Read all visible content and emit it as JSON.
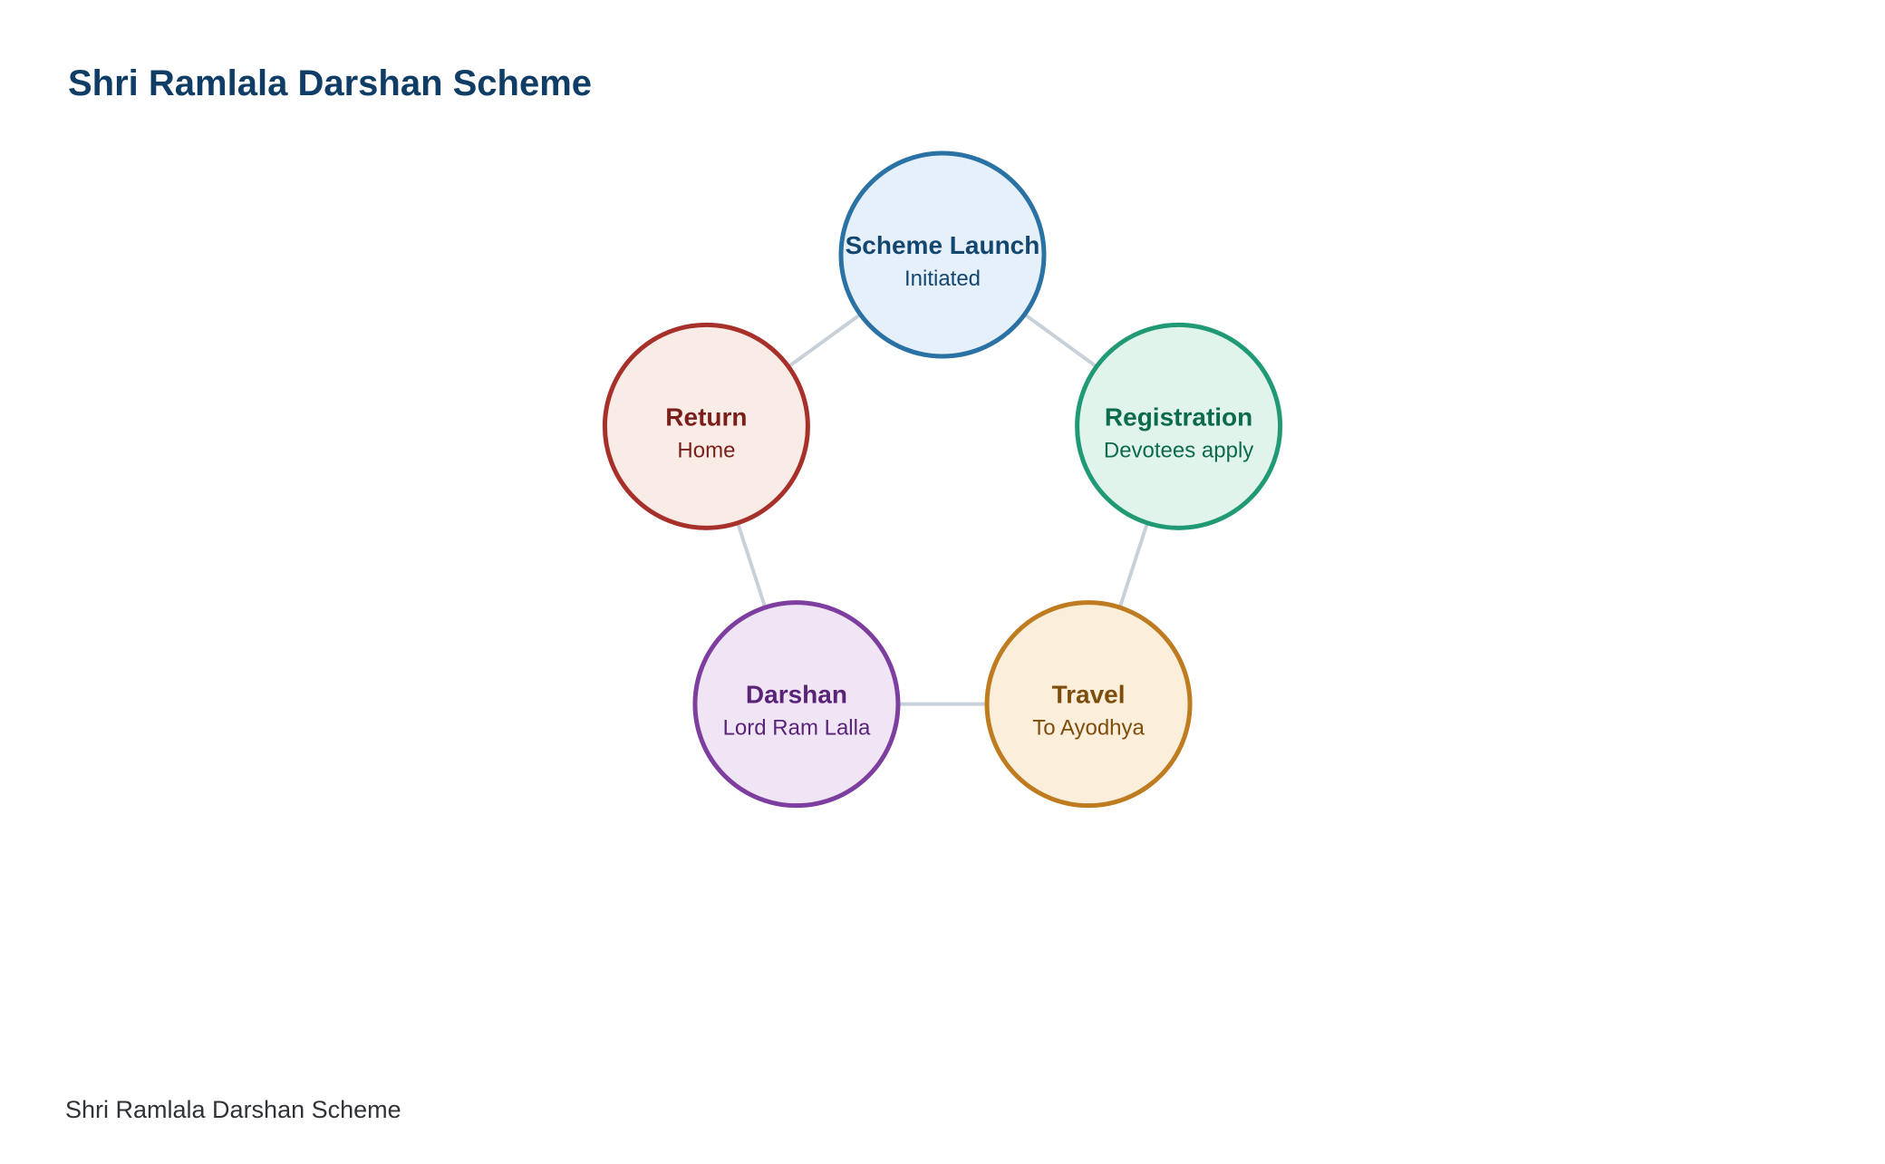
{
  "title": "Shri Ramlala Darshan Scheme",
  "footer": "Shri Ramlala Darshan Scheme",
  "nodes": [
    {
      "id": "launch",
      "title": "Scheme Launch",
      "subtitle": "Initiated",
      "stroke": "#2a71a4",
      "fill": "#e5f0fa",
      "text": "#14476f"
    },
    {
      "id": "registration",
      "title": "Registration",
      "subtitle": "Devotees apply",
      "stroke": "#209a75",
      "fill": "#e1f4ec",
      "text": "#0b6b4c"
    },
    {
      "id": "travel",
      "title": "Travel",
      "subtitle": "To Ayodhya",
      "stroke": "#bf7b1f",
      "fill": "#fbeedb",
      "text": "#7f4d0b"
    },
    {
      "id": "darshan",
      "title": "Darshan",
      "subtitle": "Lord Ram Lalla",
      "stroke": "#7e3ea0",
      "fill": "#efe5f5",
      "text": "#5a2377"
    },
    {
      "id": "return",
      "title": "Return",
      "subtitle": "Home",
      "stroke": "#a7302a",
      "fill": "#f9ebe6",
      "text": "#7a1f1a"
    }
  ],
  "edges": [
    [
      "launch",
      "registration"
    ],
    [
      "registration",
      "travel"
    ],
    [
      "travel",
      "darshan"
    ],
    [
      "darshan",
      "return"
    ],
    [
      "return",
      "launch"
    ]
  ]
}
